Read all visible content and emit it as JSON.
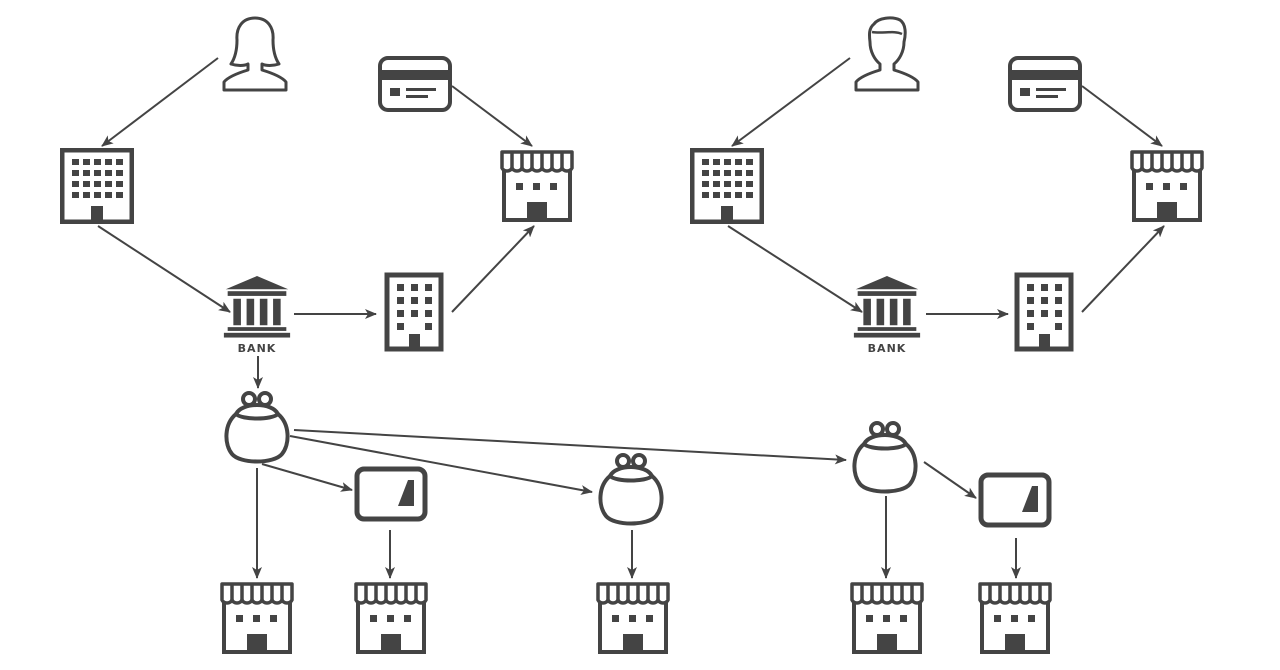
{
  "colors": {
    "stroke": "#444444",
    "fill": "#444444",
    "background": "#ffffff"
  },
  "labels": {
    "bank_left": "BANK",
    "bank_right": "BANK"
  },
  "nodes": [
    {
      "id": "woman",
      "icon": "woman-icon"
    },
    {
      "id": "card-left",
      "icon": "credit-card-icon"
    },
    {
      "id": "office-left",
      "icon": "office-building-icon"
    },
    {
      "id": "shop-left-top",
      "icon": "storefront-icon"
    },
    {
      "id": "bank-left",
      "icon": "bank-icon"
    },
    {
      "id": "building-left",
      "icon": "apartment-building-icon"
    },
    {
      "id": "man",
      "icon": "man-icon"
    },
    {
      "id": "card-right",
      "icon": "credit-card-icon"
    },
    {
      "id": "office-right",
      "icon": "office-building-icon"
    },
    {
      "id": "shop-right-top",
      "icon": "storefront-icon"
    },
    {
      "id": "bank-right",
      "icon": "bank-icon"
    },
    {
      "id": "building-right",
      "icon": "apartment-building-icon"
    },
    {
      "id": "purse-main",
      "icon": "coin-purse-icon"
    },
    {
      "id": "purse-middle",
      "icon": "coin-purse-icon"
    },
    {
      "id": "purse-right",
      "icon": "coin-purse-icon"
    },
    {
      "id": "prepaid-card-left",
      "icon": "prepaid-card-icon"
    },
    {
      "id": "prepaid-card-right",
      "icon": "prepaid-card-icon"
    },
    {
      "id": "shop-bottom-1",
      "icon": "storefront-icon"
    },
    {
      "id": "shop-bottom-2",
      "icon": "storefront-icon"
    },
    {
      "id": "shop-bottom-3",
      "icon": "storefront-icon"
    },
    {
      "id": "shop-bottom-4",
      "icon": "storefront-icon"
    },
    {
      "id": "shop-bottom-5",
      "icon": "storefront-icon"
    }
  ],
  "edges": [
    {
      "from": "woman",
      "to": "office-left"
    },
    {
      "from": "card-left",
      "to": "shop-left-top"
    },
    {
      "from": "office-left",
      "to": "bank-left"
    },
    {
      "from": "bank-left",
      "to": "building-left"
    },
    {
      "from": "building-left",
      "to": "shop-left-top"
    },
    {
      "from": "bank-left",
      "to": "purse-main"
    },
    {
      "from": "man",
      "to": "office-right"
    },
    {
      "from": "card-right",
      "to": "shop-right-top"
    },
    {
      "from": "office-right",
      "to": "bank-right"
    },
    {
      "from": "bank-right",
      "to": "building-right"
    },
    {
      "from": "building-right",
      "to": "shop-right-top"
    },
    {
      "from": "purse-main",
      "to": "purse-right"
    },
    {
      "from": "purse-main",
      "to": "purse-middle"
    },
    {
      "from": "purse-main",
      "to": "prepaid-card-left"
    },
    {
      "from": "purse-main",
      "to": "shop-bottom-1"
    },
    {
      "from": "prepaid-card-left",
      "to": "shop-bottom-2"
    },
    {
      "from": "purse-middle",
      "to": "shop-bottom-3"
    },
    {
      "from": "purse-right",
      "to": "shop-bottom-4"
    },
    {
      "from": "purse-right",
      "to": "prepaid-card-right"
    },
    {
      "from": "prepaid-card-right",
      "to": "shop-bottom-5"
    }
  ]
}
